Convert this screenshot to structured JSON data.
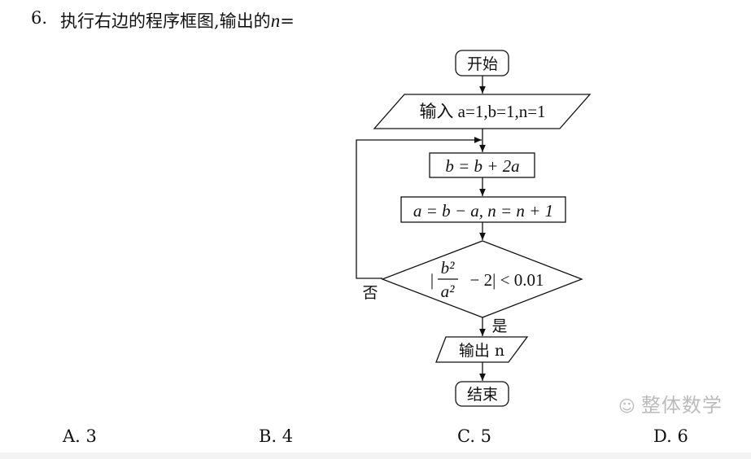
{
  "question": {
    "number": "6.",
    "text": "执行右边的程序框图,输出的",
    "variable": "n",
    "suffix": "="
  },
  "flowchart": {
    "start": "开始",
    "input": "输入 a=1,b=1,n=1",
    "step1": "b = b + 2a",
    "step2": "a = b − a, n = n + 1",
    "condition": {
      "abs_open": "|",
      "numerator": "b²",
      "denominator": "a²",
      "rest": "− 2| < 0.01"
    },
    "no_label": "否",
    "yes_label": "是",
    "output": "输出 n",
    "end": "结束"
  },
  "options": [
    {
      "label": "A. 3"
    },
    {
      "label": "B. 4"
    },
    {
      "label": "C. 5"
    },
    {
      "label": "D. 6"
    }
  ],
  "watermark": "整体数学"
}
